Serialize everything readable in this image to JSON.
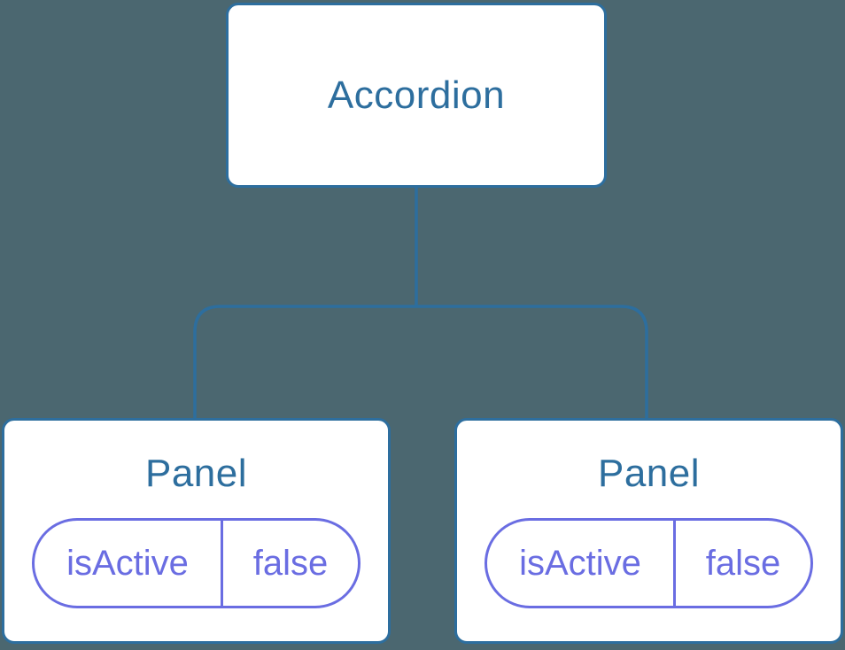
{
  "diagram": {
    "type": "component-tree",
    "root": {
      "label": "Accordion"
    },
    "children": [
      {
        "label": "Panel",
        "prop": {
          "name": "isActive",
          "value": "false"
        }
      },
      {
        "label": "Panel",
        "prop": {
          "name": "isActive",
          "value": "false"
        }
      }
    ]
  },
  "colors": {
    "background": "#4B6770",
    "node_fill": "#FFFFFF",
    "node_border_blue": "#2D6E9E",
    "node_text_blue": "#2D6E9E",
    "connector_blue": "#2D6E9E",
    "prop_purple": "#6A6DE2"
  }
}
